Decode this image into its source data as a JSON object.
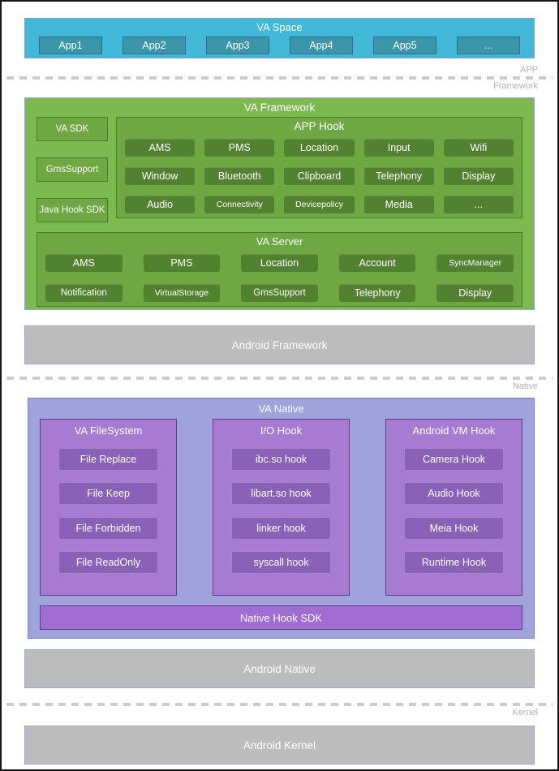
{
  "layer_labels": {
    "app": "APP",
    "framework": "Framework",
    "native": "Native",
    "kernel": "Kernel"
  },
  "va_space": {
    "title": "VA Space",
    "apps": [
      "App1",
      "App2",
      "App3",
      "App4",
      "App5",
      "..."
    ]
  },
  "va_framework": {
    "title": "VA Framework",
    "side_boxes": [
      "VA SDK",
      "GmsSupport",
      "Java Hook SDK"
    ],
    "app_hook": {
      "title": "APP Hook",
      "items": [
        "AMS",
        "PMS",
        "Location",
        "Input",
        "Wifi",
        "Window",
        "Bluetooth",
        "Clipboard",
        "Telephony",
        "Display",
        "Audio",
        "Connectivity",
        "Devicepolicy",
        "Media",
        "..."
      ]
    },
    "va_server": {
      "title": "VA Server",
      "items": [
        "AMS",
        "PMS",
        "Location",
        "Account",
        "SyncManager",
        "Notification",
        "VirtualStorage",
        "GmsSupport",
        "Telephony",
        "Display"
      ]
    }
  },
  "android_framework": {
    "label": "Android Framework"
  },
  "va_native": {
    "title": "VA Native",
    "columns": [
      {
        "title": "VA FileSystem",
        "items": [
          "File Replace",
          "File Keep",
          "File Forbidden",
          "File ReadOnly"
        ]
      },
      {
        "title": "I/O Hook",
        "items": [
          "ibc.so hook",
          "libart.so hook",
          "linker hook",
          "syscall hook"
        ]
      },
      {
        "title": "Android VM Hook",
        "items": [
          "Camera Hook",
          "Audio Hook",
          "Meia Hook",
          "Runtime Hook"
        ]
      }
    ],
    "sdk_bar": "Native Hook SDK"
  },
  "android_native": {
    "label": "Android Native"
  },
  "android_kernel": {
    "label": "Android Kernel"
  },
  "colors": {
    "teal_bg": "#41b8d6",
    "teal_chip": "#3b96a8",
    "teal_chip_border": "#2e6da4",
    "green_bg": "#7cb94e",
    "green_container": "#6fa843",
    "green_container_border": "#477c28",
    "green_chip": "#52812f",
    "lavender_bg": "#a0a3db",
    "purple_container": "#a77bd2",
    "purple_container_border": "#5f3a85",
    "purple_chip": "#8a61b6",
    "purple_sdk_bar": "#a06ed2",
    "gray_bar": "#bcbcbc",
    "gray_bar_border": "#9ba4d4",
    "divider": "#cbcbcb",
    "divider_label": "#b3b3b3",
    "text": "#ffffff"
  }
}
